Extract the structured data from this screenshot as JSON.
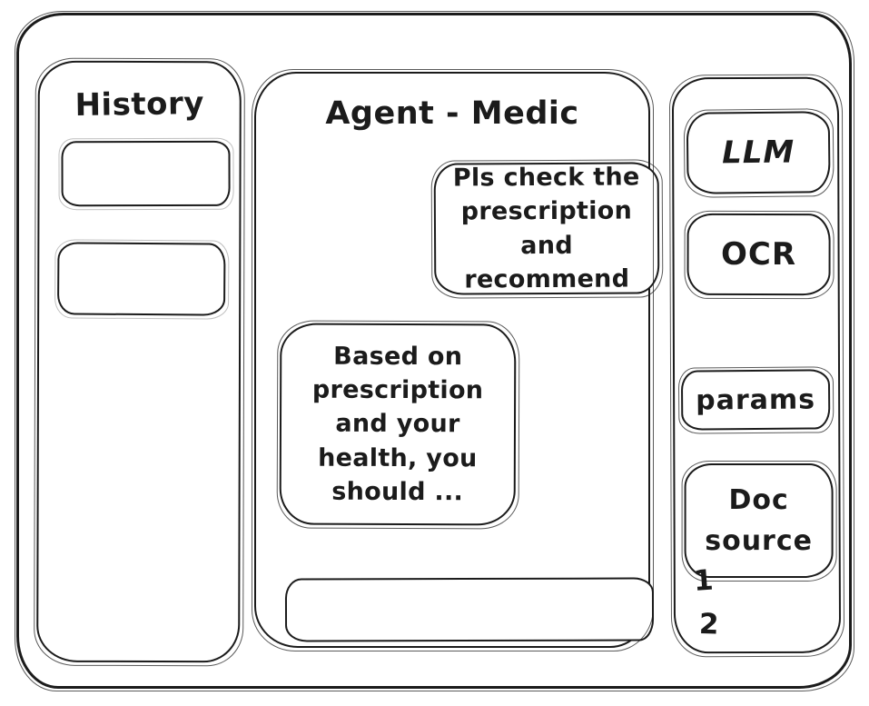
{
  "app": {
    "stroke_color": "#1b1b1b",
    "background_color": "#ffffff"
  },
  "history_panel": {
    "title": "History",
    "items": [
      {
        "label": ""
      },
      {
        "label": ""
      }
    ]
  },
  "chat_panel": {
    "title": "Agent - Medic",
    "user_message": "Pls check the\nprescription\nand recommend",
    "agent_message": "Based on\nprescription\nand your\nhealth, you\nshould ...",
    "input_value": "",
    "input_placeholder": ""
  },
  "tools_panel": {
    "llm_label": "LLM",
    "ocr_label": "OCR",
    "params_label": "params",
    "doc_source_label": "Doc\nsource",
    "doc_source_items": [
      "1",
      "2"
    ]
  }
}
